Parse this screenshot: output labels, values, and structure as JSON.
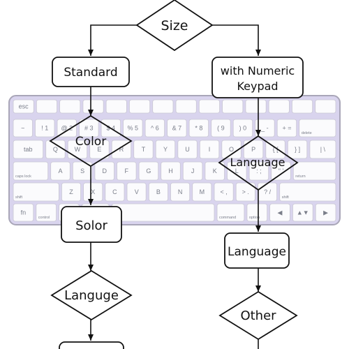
{
  "diagram": {
    "nodes": {
      "size": "Size",
      "standard": "Standard",
      "numeric_line1": "with Numeric",
      "numeric_line2": "Keypad",
      "color": "Color",
      "solor": "Solor",
      "languge": "Languge",
      "language_diamond": "Language",
      "language_box": "Language",
      "other": "Other"
    }
  },
  "keyboard": {
    "colors": {
      "body": "#d9d4ee",
      "frame": "#a9a6b8",
      "key": "#fbfbfd",
      "key_border": "#c9c7d3",
      "legend": "#7a7e8a"
    },
    "rows": [
      [
        "esc",
        "",
        "",
        "",
        "",
        "",
        "",
        "",
        "",
        "",
        "",
        "",
        "",
        ""
      ],
      [
        "~",
        "! 1",
        "@ 2",
        "# 3",
        "$ 4",
        "% 5",
        "^ 6",
        "& 7",
        "* 8",
        "( 9",
        ") 0",
        "_ -",
        "+ =",
        "delete"
      ],
      [
        "tab",
        "Q",
        "W",
        "E",
        "R",
        "T",
        "Y",
        "U",
        "I",
        "O",
        "P",
        "{ [",
        "} ]",
        "| \\"
      ],
      [
        "caps lock",
        "A",
        "S",
        "D",
        "F",
        "G",
        "H",
        "J",
        "K",
        "L",
        ": ;",
        "\" '",
        "return"
      ],
      [
        "shift",
        "Z",
        "X",
        "C",
        "V",
        "B",
        "N",
        "M",
        "< ,",
        "> .",
        "? /",
        "shift"
      ],
      [
        "fn",
        "control",
        "option",
        "command",
        "",
        "command",
        "option",
        "◀",
        "▲▼",
        "▶"
      ]
    ]
  }
}
